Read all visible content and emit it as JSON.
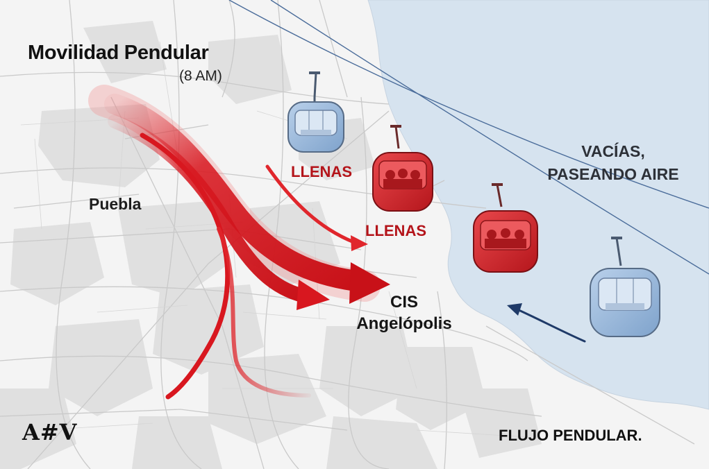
{
  "title": "Movilidad Pendular",
  "subtitle": "(8 AM)",
  "places": {
    "city": "Puebla",
    "destination_line1": "CIS",
    "destination_line2": "Angelópolis"
  },
  "gondola_labels": {
    "full_1": "LLENAS",
    "full_2": "LLENAS",
    "empty_line1": "VACÍAS,",
    "empty_line2": "PASEANDO AIRE"
  },
  "footer": {
    "caption": "FLUJO PENDULAR.",
    "logo": "A#V"
  },
  "gondolas": [
    {
      "state": "empty",
      "color": "#8fb4dc"
    },
    {
      "state": "full",
      "color": "#d2262b"
    },
    {
      "state": "full",
      "color": "#d2262b"
    },
    {
      "state": "empty",
      "color": "#8fb4dc"
    }
  ],
  "colors": {
    "water": "#d6e3ef",
    "flow_arrow": "#d8171f",
    "full_label": "#b4141a",
    "return_arrow": "#1f3a68",
    "cable": "#4a6c9a"
  }
}
